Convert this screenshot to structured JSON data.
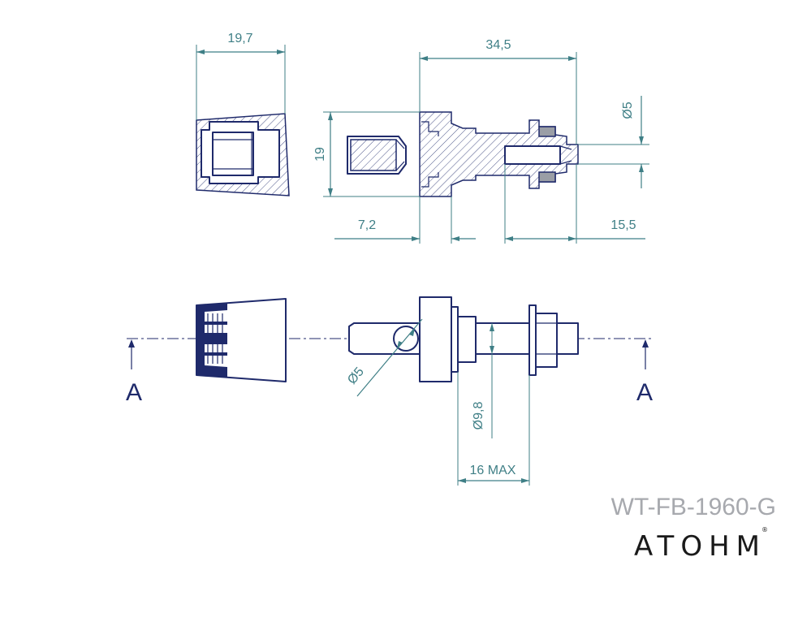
{
  "dimensions": {
    "cap_length": "19,7",
    "overall_length": "34,5",
    "shaft_diameter": "Ø5",
    "height": "19",
    "collar_width": "7,2",
    "thread_length": "15,5",
    "hole_diameter": "Ø5",
    "thread_diameter": "Ø9,8",
    "mount_max": "16 MAX"
  },
  "section": {
    "left_label": "A",
    "right_label": "A"
  },
  "part_code": "WT-FB-1960-G",
  "brand": {
    "name": "ATOHM",
    "mark": "®"
  },
  "colors": {
    "part_outline": "#1f2a6b",
    "dimension": "#3f7f86",
    "code_text": "#a7a9ae",
    "logo": "#1a1a1a"
  }
}
